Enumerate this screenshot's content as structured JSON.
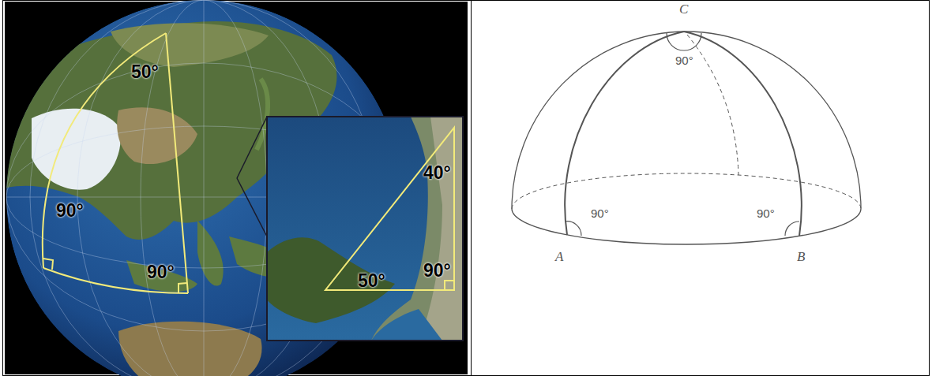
{
  "diagram": {
    "labels": [
      "50°",
      "90°",
      "90°",
      "40°",
      "50°",
      "90°",
      "C",
      "90°",
      "90°",
      "90°",
      "A",
      "B"
    ]
  }
}
